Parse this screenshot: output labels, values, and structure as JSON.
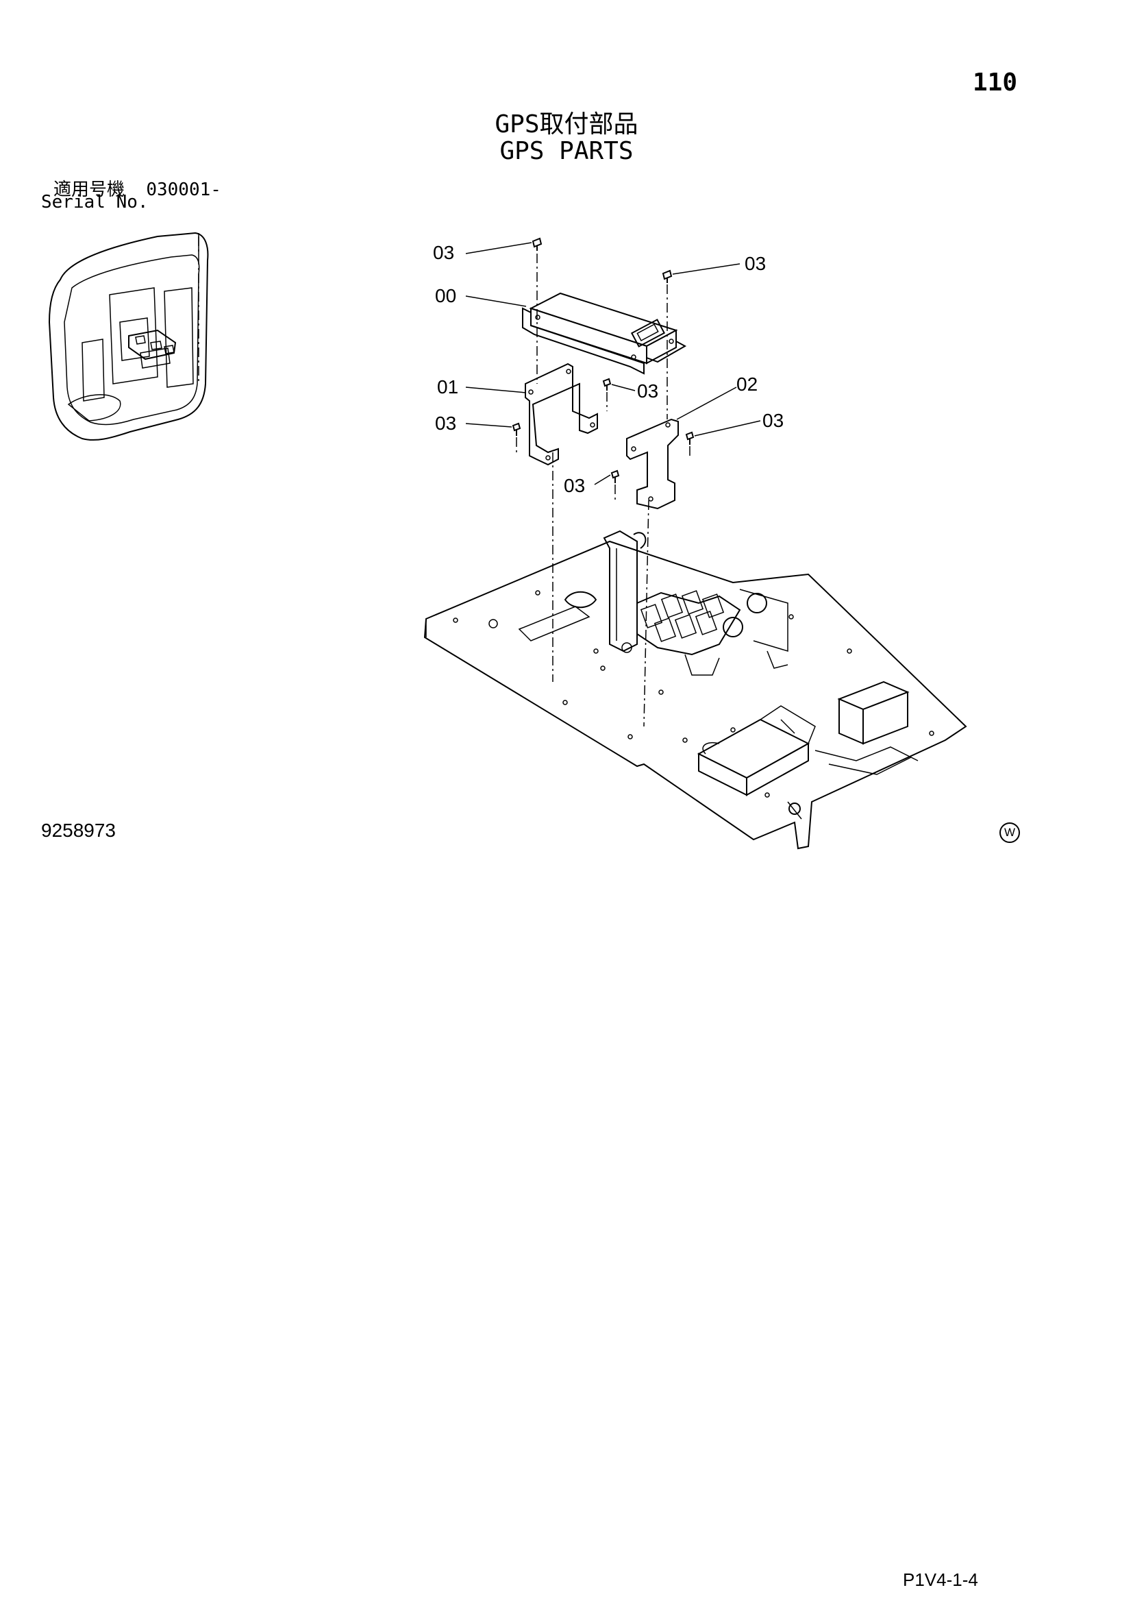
{
  "page": {
    "number": "110",
    "title_jp": "GPS取付部品",
    "title_en": "GPS PARTS",
    "serial_label_jp": "適用号機",
    "serial_value": "030001-",
    "serial_label_en": "Serial No.",
    "drawing_number": "9258973",
    "watermark": "W",
    "page_ref": "P1V4-1-4"
  },
  "callouts": {
    "c1": "03",
    "c2": "03",
    "c3": "00",
    "c4": "01",
    "c5": "03",
    "c6": "02",
    "c7": "03",
    "c8": "03",
    "c9": "03"
  }
}
